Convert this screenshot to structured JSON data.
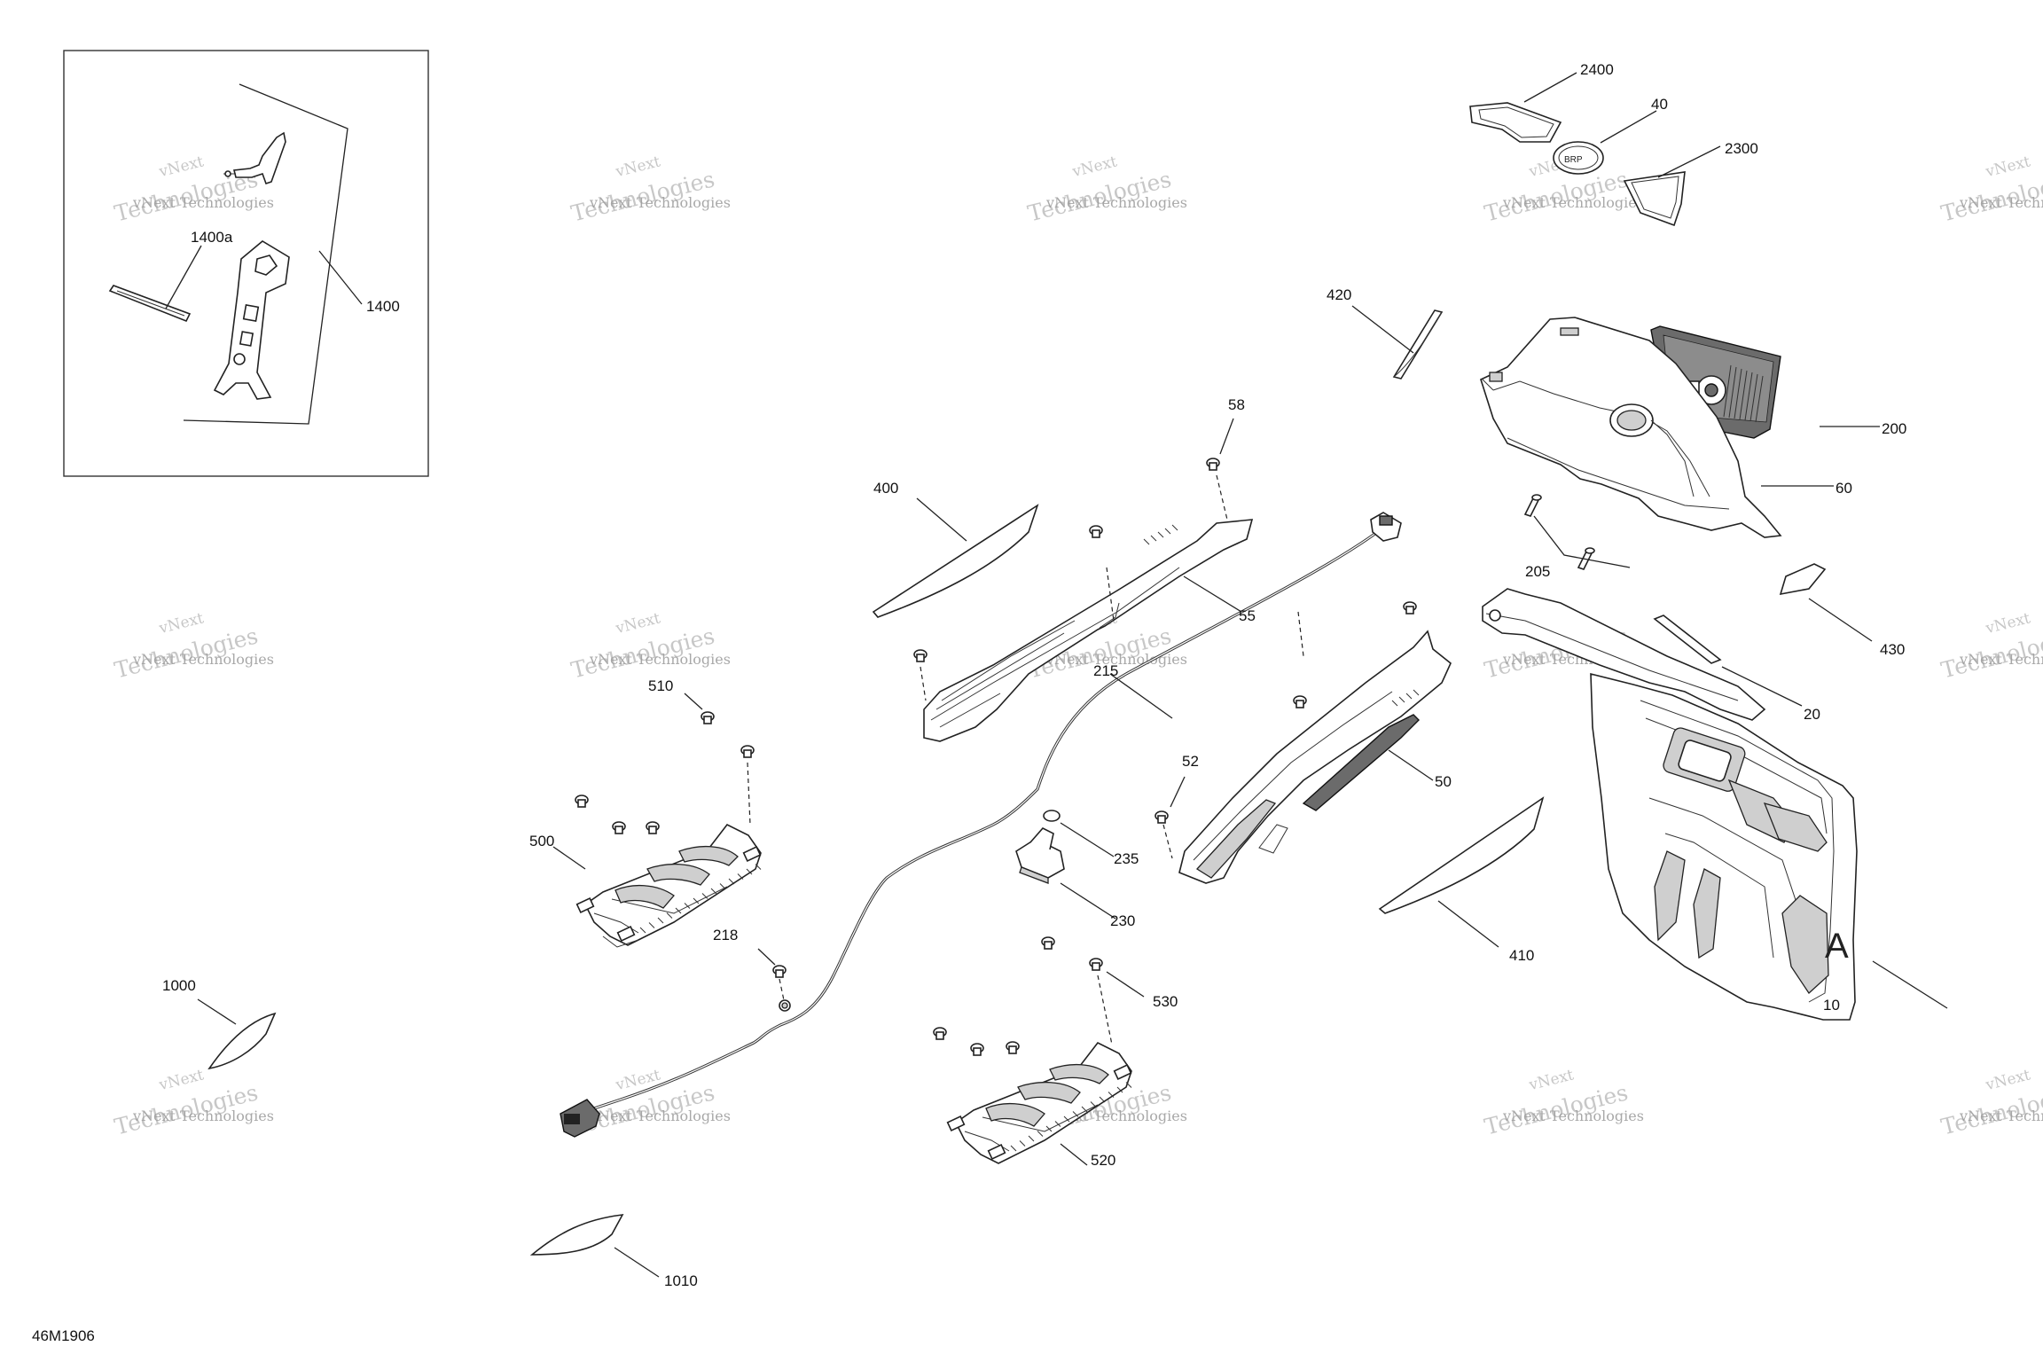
{
  "drawing_id": "46M1906",
  "watermark": {
    "line1": "vNext Technologies",
    "line2": "vNext",
    "line3": "Technologies"
  },
  "callouts": {
    "c10": "10",
    "c20": "20",
    "c40": "40",
    "c50": "50",
    "c52": "52",
    "c55": "55",
    "c58": "58",
    "c60": "60",
    "c200": "200",
    "c205": "205",
    "c215": "215",
    "c218": "218",
    "c230": "230",
    "c235": "235",
    "c400": "400",
    "c410": "410",
    "c420": "420",
    "c430": "430",
    "c500": "500",
    "c510": "510",
    "c520": "520",
    "c530": "530",
    "c1000": "1000",
    "c1010": "1010",
    "c1400": "1400",
    "c1400a": "1400a",
    "c2300": "2300",
    "c2400": "2400"
  }
}
